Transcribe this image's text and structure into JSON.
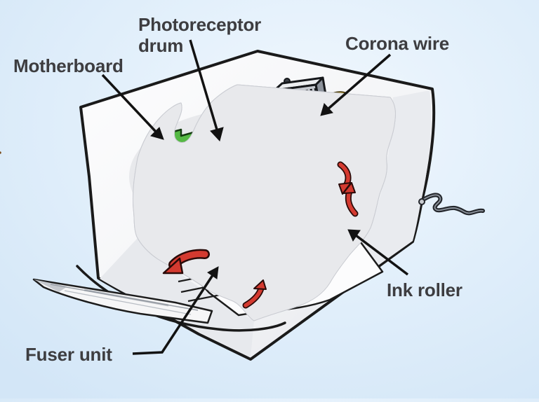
{
  "diagram": {
    "type": "labeled-cutaway-illustration",
    "subject": "Laser printer internal components",
    "parts": [
      {
        "id": "photoreceptor-drum",
        "label": "Photoreceptor drum"
      },
      {
        "id": "motherboard",
        "label": "Motherboard"
      },
      {
        "id": "corona-wire",
        "label": "Corona wire"
      },
      {
        "id": "ink-roller",
        "label": "Ink roller"
      },
      {
        "id": "fuser-unit",
        "label": "Fuser unit"
      }
    ]
  },
  "labels": {
    "photoreceptor_drum_line1": "Photoreceptor",
    "photoreceptor_drum_line2": "drum",
    "motherboard": "Motherboard",
    "corona_wire": "Corona wire",
    "ink_roller": "Ink roller",
    "fuser_unit": "Fuser unit"
  },
  "colors": {
    "background_edge": "#d3e6f7",
    "background_center": "#f2f8fe",
    "label_text": "#3d3d40",
    "leader_line": "#121212",
    "seal_red": "#c8242a",
    "arrow_red": "#d43a30",
    "pcb_green": "#55b944",
    "drum_silver": "#c9cdd5",
    "transfer_band_brown": "#9b7365",
    "sponge_tan": "#dfa352",
    "corona_wire_yellow": "#e5c23f",
    "bearing_blue": "#35aede",
    "case_white": "#fbfcfd",
    "laser_beam_pink": "#f07a76"
  }
}
